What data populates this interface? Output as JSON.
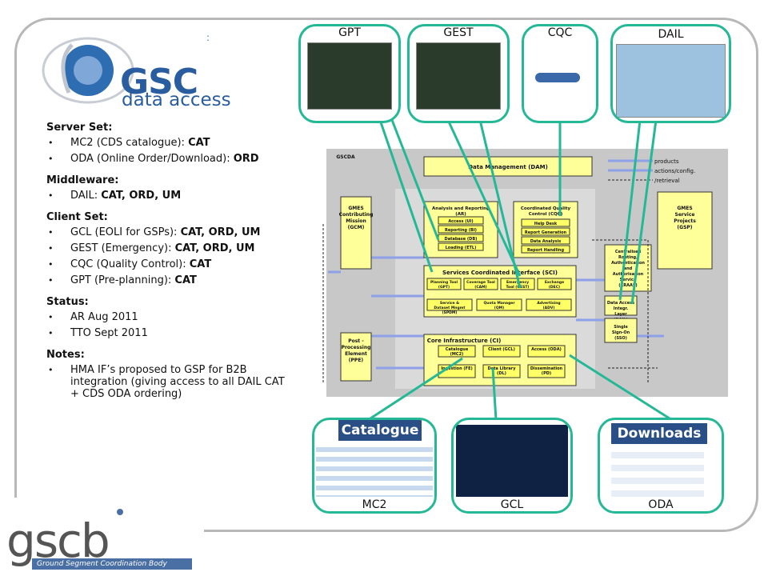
{
  "logo_top": {
    "brand": "GSC",
    "subtitle": "data access"
  },
  "colon_mark": ":",
  "sections": [
    {
      "heading": "Server Set:",
      "items": [
        {
          "text": "MC2 (CDS catalogue): ",
          "bold": "CAT"
        },
        {
          "text": "ODA (Online Order/Download): ",
          "bold": "ORD"
        }
      ]
    },
    {
      "heading": "Middleware:",
      "items": [
        {
          "text": "DAIL: ",
          "bold": "CAT, ORD, UM"
        }
      ]
    },
    {
      "heading": "Client Set:",
      "items": [
        {
          "text": "GCL (EOLI for GSPs): ",
          "bold": "CAT, ORD, UM"
        },
        {
          "text": "GEST (Emergency): ",
          "bold": "CAT, ORD, UM"
        },
        {
          "text": "CQC (Quality Control): ",
          "bold": "CAT"
        },
        {
          "text": "GPT (Pre-planning): ",
          "bold": "CAT"
        }
      ]
    },
    {
      "heading": "Status:",
      "items": [
        {
          "text": "AR Aug 2011",
          "bold": ""
        },
        {
          "text": "TTO Sept 2011",
          "bold": ""
        }
      ]
    },
    {
      "heading": "Notes:",
      "items": [
        {
          "text": "HMA IF’s proposed to GSP for B2B integration (giving access to all DAIL CAT + CDS ODA ordering)",
          "bold": ""
        }
      ]
    }
  ],
  "screenshots": {
    "gpt": "GPT",
    "gest": "GEST",
    "cqc": "CQC",
    "dail": "DAIL",
    "mc2": "MC2",
    "gcl": "GCL",
    "oda": "ODA"
  },
  "thumbnail_banners": {
    "catalogue": "Catalogue",
    "downloads": "Downloads"
  },
  "diagram": {
    "corner_label": "GSCDA",
    "legend": [
      "products",
      "actions/config.",
      "/retrieval"
    ],
    "boxes": {
      "dam": "Data Management (DAM)",
      "gcm": "GMES Contributing Mission (GCM)",
      "ar": "Analysis and Reporting (AR)",
      "ar_items": [
        "Access (UI)",
        "Reporting (BI)",
        "Database (DB)",
        "Loading (ETL)"
      ],
      "cqc": "Coordinated Quality Control (CQC)",
      "cqc_items": [
        "Help Desk",
        "Report Generation",
        "Data Analysis",
        "Report Handling"
      ],
      "gsp": "GMES Service Projects (GSP)",
      "sci": "Services Coordinated Interface (SCI)",
      "sci_items": [
        "Planning Tool (GPT)",
        "Coverage Tool (CAM)",
        "Emergency Tool (GEST)",
        "Exchange (DEC)"
      ],
      "sci_items2": [
        "Service & Dataset Mngmt (SPDM)",
        "Quota Manager (QM)",
        "Advertising (ADV)"
      ],
      "craas": "Centralised Routing, Authentication and Authorisation Service (CRAAS)",
      "dail": "Data Access Integr. Layer (DAIL)",
      "sso": "Single Sign-On (SSO)",
      "ppe": "Post - Processing Element (PPE)",
      "ci": "Core Infrastructure (CI)",
      "ci_items": [
        "Catalogue (MC2)",
        "Client (GCL)",
        "Access (ODA)"
      ],
      "ci_items2": [
        "Ingestion (FE)",
        "Data Library (DL)",
        "Dissemination (PD)"
      ]
    }
  },
  "gscb_logo": {
    "text": "gscb",
    "subtitle": "Ground Segment Coordination Body"
  }
}
